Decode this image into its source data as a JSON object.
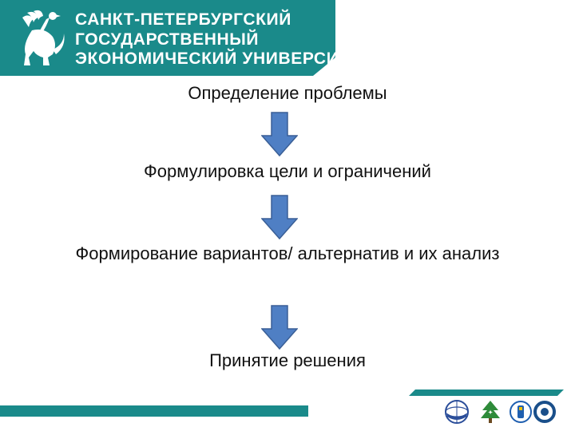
{
  "header": {
    "university_name_lines": [
      "САНКТ-ПЕТЕРБУРГСКИЙ",
      "ГОСУДАРСТВЕННЫЙ",
      "ЭКОНОМИЧЕСКИЙ УНИВЕРСИТЕТ"
    ],
    "banner_color": "#1a8a8a",
    "logo_icon": "griffin-icon"
  },
  "flow": {
    "steps": [
      "Определение проблемы",
      "Формулировка цели и ограничений",
      "Формирование вариантов/ альтернатив и их анализ",
      "Принятие решения"
    ],
    "arrow_icon": "arrow-down-icon",
    "arrow_color": "#4f7fc4"
  },
  "footer": {
    "bar_color": "#1a8a8a",
    "logo_icons": [
      "globe-emblem-icon",
      "tree-emblem-icon",
      "blue-emblem-icon",
      "ring-emblem-icon"
    ]
  }
}
